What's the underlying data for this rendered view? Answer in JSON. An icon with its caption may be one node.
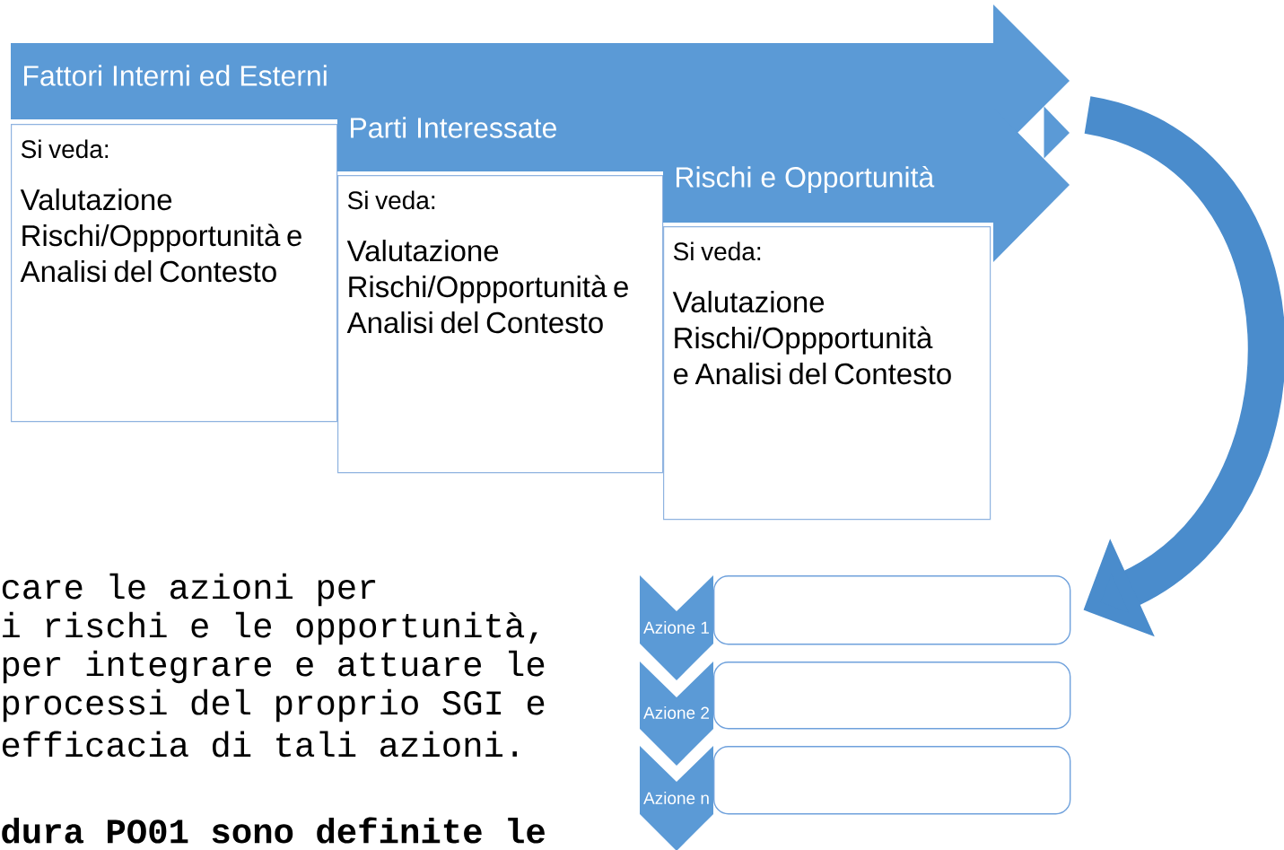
{
  "diagram": {
    "nodes": [
      {
        "text": [
          "Fattori Interni ed Esterni"
        ]
      },
      {
        "text": [
          "Si veda:",
          "Valutazione Rischi/Oppportunità e Analisi del Contesto"
        ]
      },
      {
        "text": [
          "Parti Interessate"
        ]
      },
      {
        "text": [
          "Si veda:",
          "Valutazione Rischi/Oppportunità e Analisi del Contesto"
        ]
      },
      {
        "text": [
          "Rischi e Opportunità"
        ]
      },
      {
        "text": [
          "Si veda:",
          "Valutazione Rischi/Oppportunità e Analisi del Contesto"
        ]
      },
      {
        "text": [
          "Azione 1"
        ]
      },
      {
        "text": [
          "Azione 2"
        ]
      },
      {
        "text": [
          "Azione n"
        ]
      },
      {
        "text": [],
        "shape": "box"
      },
      {
        "text": [],
        "shape": "box"
      },
      {
        "text": [],
        "shape": "box"
      }
    ],
    "edges": [
      {
        "from": null,
        "to": 9,
        "arrow": "to"
      }
    ],
    "labels": [
      "care le azioni per",
      "i rischi e le opportunità,",
      "per integrare e attuare le",
      "processi del proprio SGI e",
      "efficacia di tali azioni.",
      "dura PO01 sono definite le"
    ]
  }
}
